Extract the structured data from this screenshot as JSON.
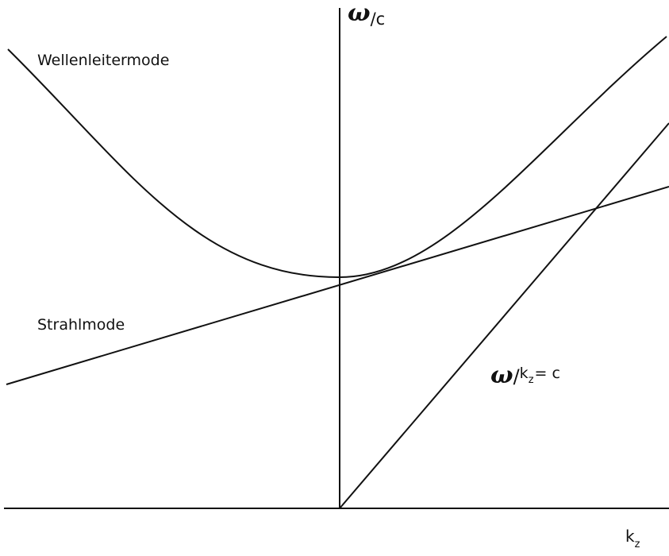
{
  "diagram": {
    "labels": {
      "waveguide_mode": "Wellenleitermode",
      "beam_mode": "Strahlmode"
    },
    "y_axis": {
      "omega": "ω",
      "rest": "/c"
    },
    "x_axis": {
      "base": "k",
      "subscript": "z"
    },
    "light_line": {
      "omega": "ω",
      "slash": "/",
      "k": "k",
      "subscript": "z",
      "rest": "= c"
    },
    "colors": {
      "ink": "#111111",
      "background": "#ffffff"
    }
  }
}
